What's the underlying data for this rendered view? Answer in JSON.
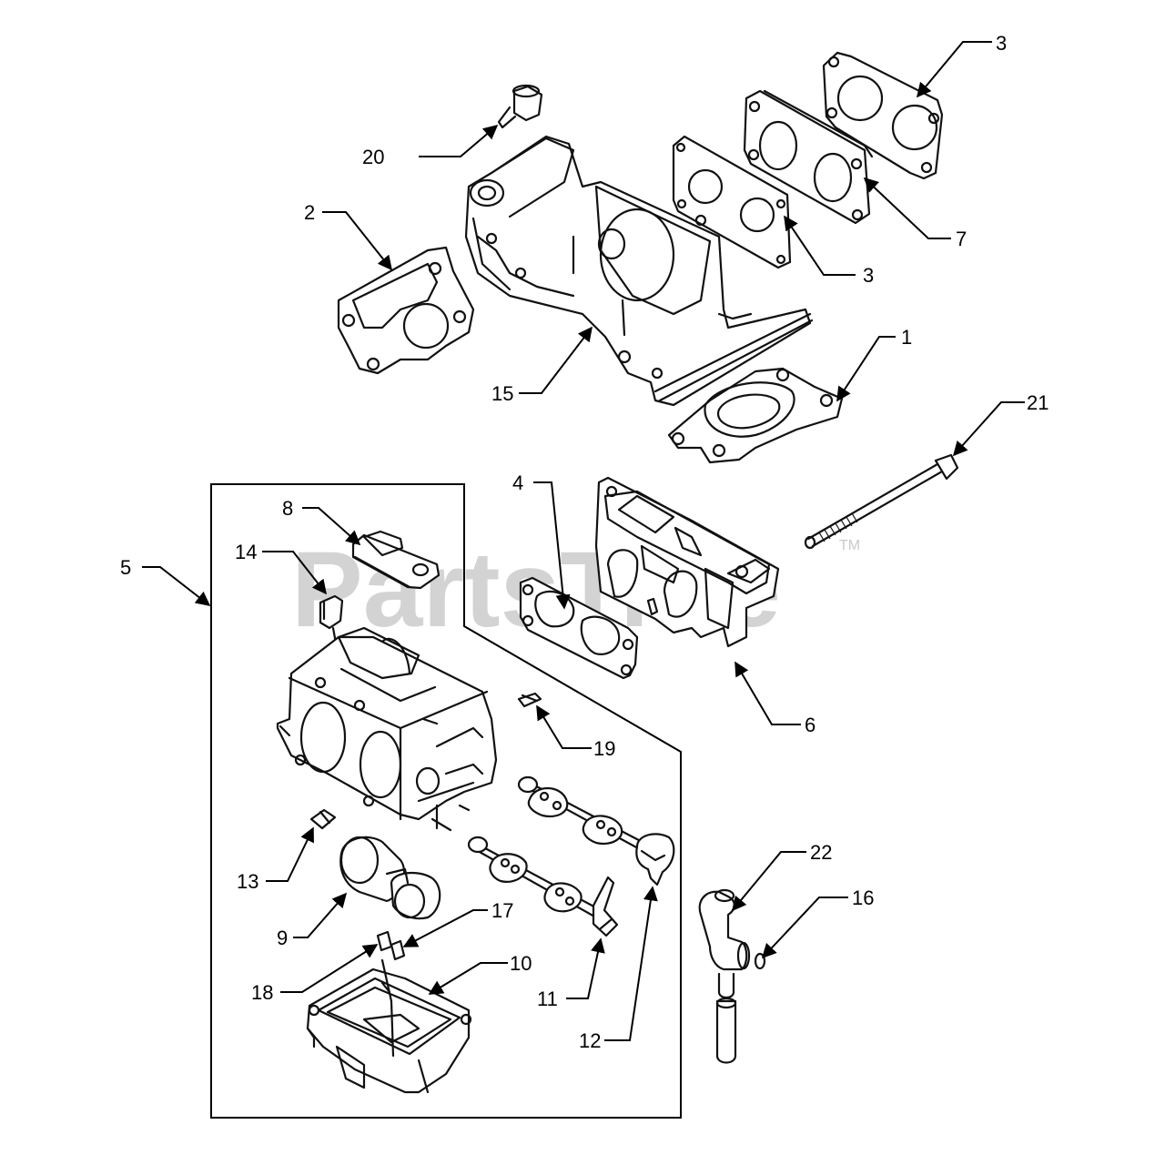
{
  "watermark": {
    "text": "PartsTree",
    "trademark": "TM"
  },
  "callouts": [
    {
      "id": "c1",
      "label": "1"
    },
    {
      "id": "c2",
      "label": "2"
    },
    {
      "id": "c3a",
      "label": "3"
    },
    {
      "id": "c3b",
      "label": "3"
    },
    {
      "id": "c4",
      "label": "4"
    },
    {
      "id": "c5",
      "label": "5"
    },
    {
      "id": "c6",
      "label": "6"
    },
    {
      "id": "c7",
      "label": "7"
    },
    {
      "id": "c8",
      "label": "8"
    },
    {
      "id": "c9",
      "label": "9"
    },
    {
      "id": "c10",
      "label": "10"
    },
    {
      "id": "c11",
      "label": "11"
    },
    {
      "id": "c12",
      "label": "12"
    },
    {
      "id": "c13",
      "label": "13"
    },
    {
      "id": "c14",
      "label": "14"
    },
    {
      "id": "c15",
      "label": "15"
    },
    {
      "id": "c16",
      "label": "16"
    },
    {
      "id": "c17",
      "label": "17"
    },
    {
      "id": "c18",
      "label": "18"
    },
    {
      "id": "c19",
      "label": "19"
    },
    {
      "id": "c20",
      "label": "20"
    },
    {
      "id": "c21",
      "label": "21"
    },
    {
      "id": "c22",
      "label": "22"
    }
  ]
}
